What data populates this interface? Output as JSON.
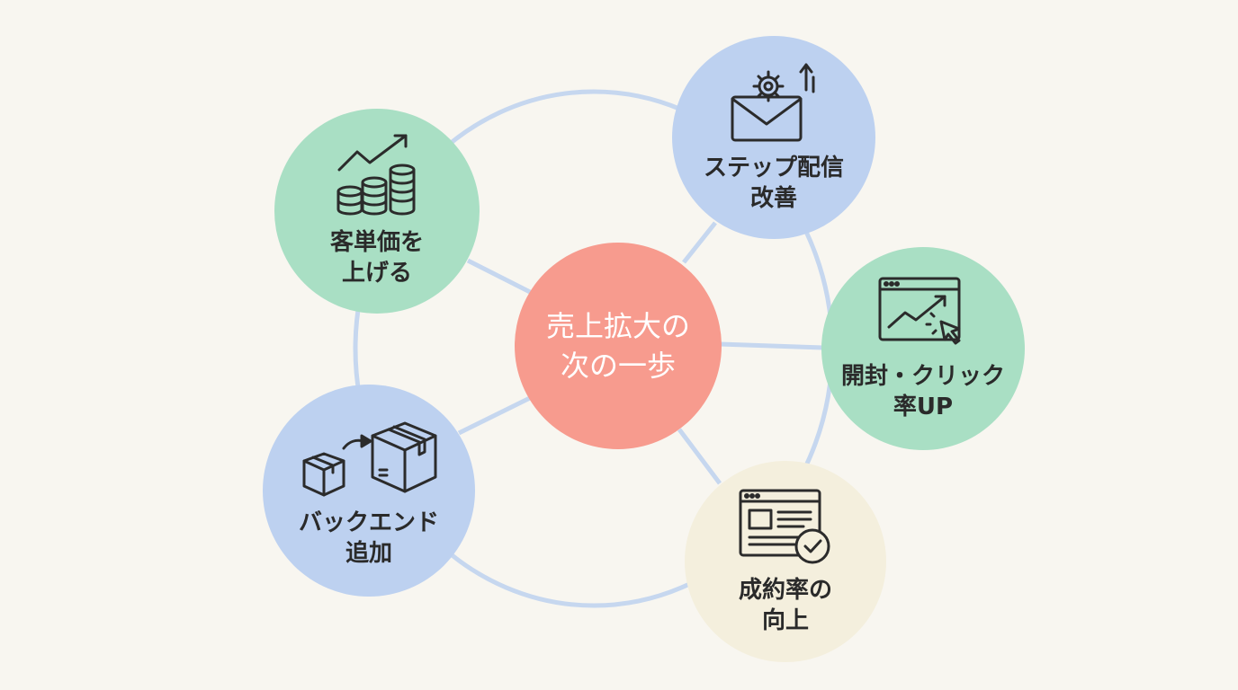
{
  "colors": {
    "background": "#f8f6f0",
    "ring_line": "#c6d7ef",
    "center": "#f79b8e",
    "green": "#a9dfc4",
    "blue": "#bdd1f0",
    "cream": "#f4efdd",
    "icon_stroke": "#2b2b2b"
  },
  "center": {
    "label": "売上拡大の\n次の一歩"
  },
  "nodes": {
    "step": {
      "label": "ステップ配信\n改善",
      "icon": "mail-gear-icon"
    },
    "unit": {
      "label": "客単価を\n上げる",
      "icon": "growth-coins-icon"
    },
    "open": {
      "label": "開封・クリック\n率UP",
      "icon": "browser-chart-click-icon"
    },
    "backend": {
      "label": "バックエンド\n追加",
      "icon": "box-upgrade-icon"
    },
    "conversion": {
      "label": "成約率の\n向上",
      "icon": "form-check-icon"
    }
  }
}
